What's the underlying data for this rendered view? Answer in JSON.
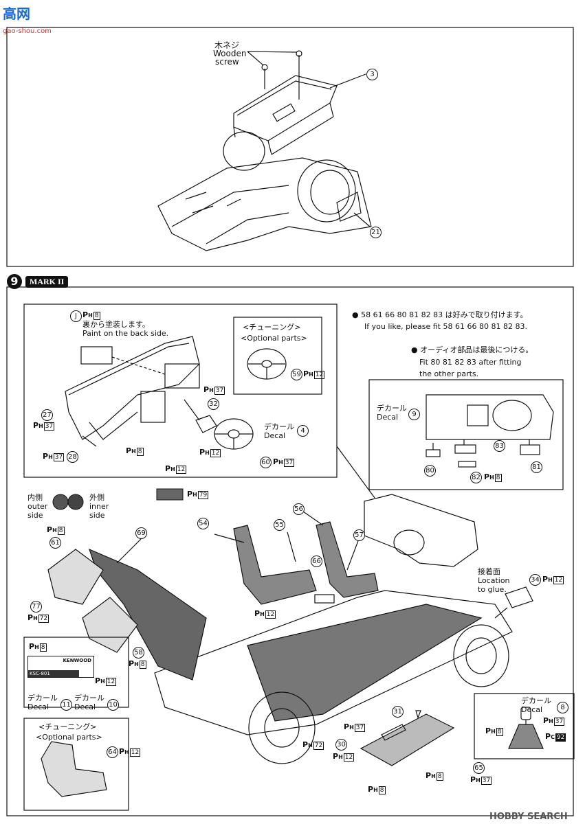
{
  "watermark_top": {
    "brand": "高网",
    "url": "gao-shou.com"
  },
  "watermark_bottom": {
    "text": "HOBBY SEARCH"
  },
  "step8": {
    "wood_screw_jp": "木ネジ",
    "wood_screw_en1": "Wooden",
    "wood_screw_en2": "screw",
    "part_3": "3",
    "part_21": "21"
  },
  "step9": {
    "step_number": "9",
    "model": "MARK II",
    "dash_box": {
      "j_label": "J",
      "ph_j": "8",
      "paint_jp": "裏から塗装します。",
      "paint_en": "Paint on the back side.",
      "tuning_jp": "<チューニング>",
      "tuning_en": "<Optional parts>",
      "part_59": "59",
      "ph_59": "12",
      "part_27": "27",
      "ph_27": "37",
      "part_28": "28",
      "ph_28": "37",
      "ph_8_a": "8",
      "ph_12_a": "12",
      "part_32": "32",
      "ph_32": "37",
      "ph_12_b": "12",
      "decal_jp": "デカール",
      "decal_en": "Decal",
      "decal_no": "4",
      "part_60": "60",
      "ph_60": "37"
    },
    "notes": {
      "note1_parts": [
        "58",
        "61",
        "66",
        "80",
        "81",
        "82",
        "83"
      ],
      "note1_jp": "は好みで取り付けます。",
      "note1_en_pre": "If you like, please fit",
      "note2_jp": "オーディオ部品は最後につける。",
      "note2_en_pre": "Fit",
      "note2_parts": [
        "80",
        "81",
        "82",
        "83"
      ],
      "note2_en_post": "after fitting",
      "note2_en_line2": "the other parts."
    },
    "audio_box": {
      "decal_jp": "デカール",
      "decal_en": "Decal",
      "decal_no": "9",
      "part_80": "80",
      "part_81": "81",
      "part_82": "82",
      "part_83": "83",
      "ph_82": "8"
    },
    "legend": {
      "inner_jp": "内側",
      "inner_en1": "outer",
      "inner_en2": "side",
      "outer_jp": "外側",
      "outer_en1": "inner",
      "outer_en2": "side",
      "swatch_ph": "79"
    },
    "main": {
      "ph_61": "8",
      "part_61": "61",
      "part_69": "69",
      "part_77": "77",
      "ph_77": "72",
      "part_58": "58",
      "ph_58": "8",
      "part_54": "54",
      "part_55": "55",
      "part_56": "56",
      "part_57": "57",
      "part_66": "66",
      "ph_66": "12",
      "glue_jp": "接着面",
      "glue_en1": "Location",
      "glue_en2": "to glue.",
      "part_34": "34",
      "ph_34": "12",
      "ph_72": "72",
      "part_31": "31",
      "part_30": "30",
      "ph_30": "12",
      "ph_37_lever": "37",
      "part_65": "65",
      "ph_65": "37",
      "ph_8_console": "8",
      "ph_8_bottom": "8"
    },
    "kenwood_box": {
      "ph_top": "8",
      "brand": "KENWOOD",
      "model": "KSC-801",
      "ph_12": "12",
      "decal_jp_a": "デカール",
      "decal_en_a": "Decal",
      "decal_no_a": "11",
      "decal_jp_b": "デカール",
      "decal_en_b": "Decal",
      "decal_no_b": "10"
    },
    "tuning_seat_box": {
      "tuning_jp": "<チューニング>",
      "tuning_en": "<Optional parts>",
      "part_64": "64",
      "ph_64": "12"
    },
    "shift_box": {
      "decal_jp": "デカール",
      "decal_en": "Decal",
      "decal_no": "8",
      "ph_37": "37",
      "ph_8": "8",
      "pc_92": "92"
    }
  }
}
